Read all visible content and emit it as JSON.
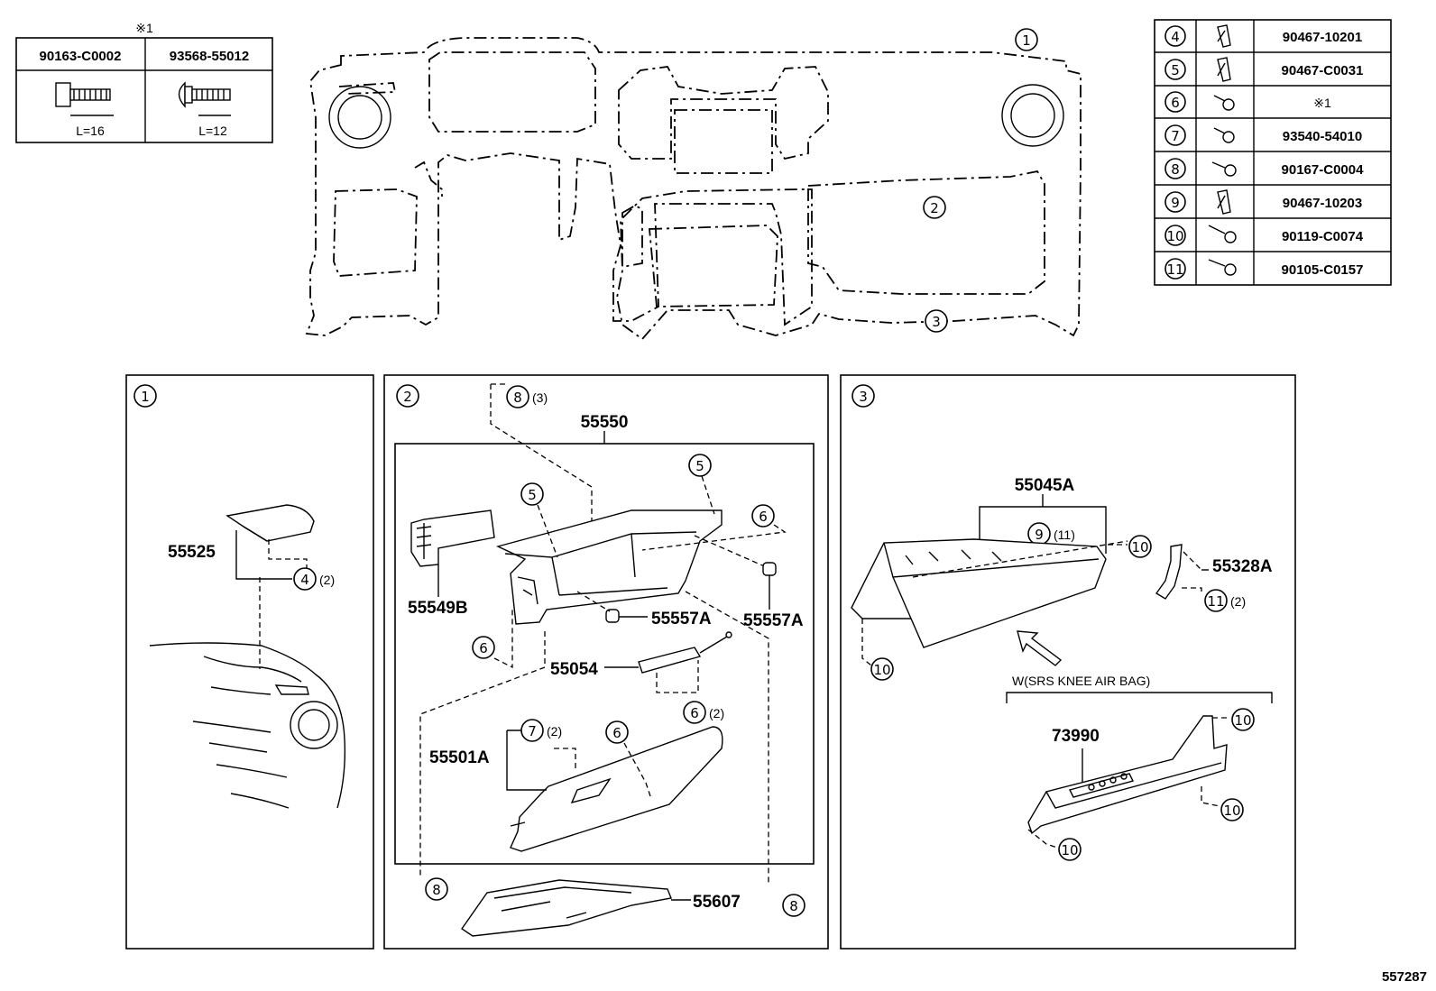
{
  "note_mark": "※1",
  "fastener_table_left": {
    "columns": [
      {
        "part": "90163-C0002",
        "length": "L=16"
      },
      {
        "part": "93568-55012",
        "length": "L=12"
      }
    ]
  },
  "fastener_table_right": {
    "rows": [
      {
        "ref": "4",
        "part": "90467-10201"
      },
      {
        "ref": "5",
        "part": "90467-C0031"
      },
      {
        "ref": "6",
        "part": "※1"
      },
      {
        "ref": "7",
        "part": "93540-54010"
      },
      {
        "ref": "8",
        "part": "90167-C0004"
      },
      {
        "ref": "9",
        "part": "90467-10203"
      },
      {
        "ref": "10",
        "part": "90119-C0074"
      },
      {
        "ref": "11",
        "part": "90105-C0157"
      }
    ]
  },
  "overview_refs": [
    "1",
    "2",
    "3"
  ],
  "panel1": {
    "title_ref": "1",
    "parts": {
      "p55525": "55525"
    },
    "callouts": {
      "c4_qty": "(2)"
    }
  },
  "panel2": {
    "title_ref": "2",
    "parts": {
      "p55550": "55550",
      "p55549B": "55549B",
      "p55557A_1": "55557A",
      "p55557A_2": "55557A",
      "p55054": "55054",
      "p55501A": "55501A",
      "p55607": "55607"
    },
    "callouts": {
      "c8_qty": "(3)",
      "c6_qty": "(2)",
      "c7_qty": "(2)"
    }
  },
  "panel3": {
    "title_ref": "3",
    "parts": {
      "p55045A": "55045A",
      "p55328A": "55328A",
      "p73990": "73990"
    },
    "callouts": {
      "c9_qty": "(11)",
      "c11_qty": "(2)"
    },
    "variant_label": "W(SRS KNEE AIR BAG)"
  },
  "diagram_id": "557287"
}
